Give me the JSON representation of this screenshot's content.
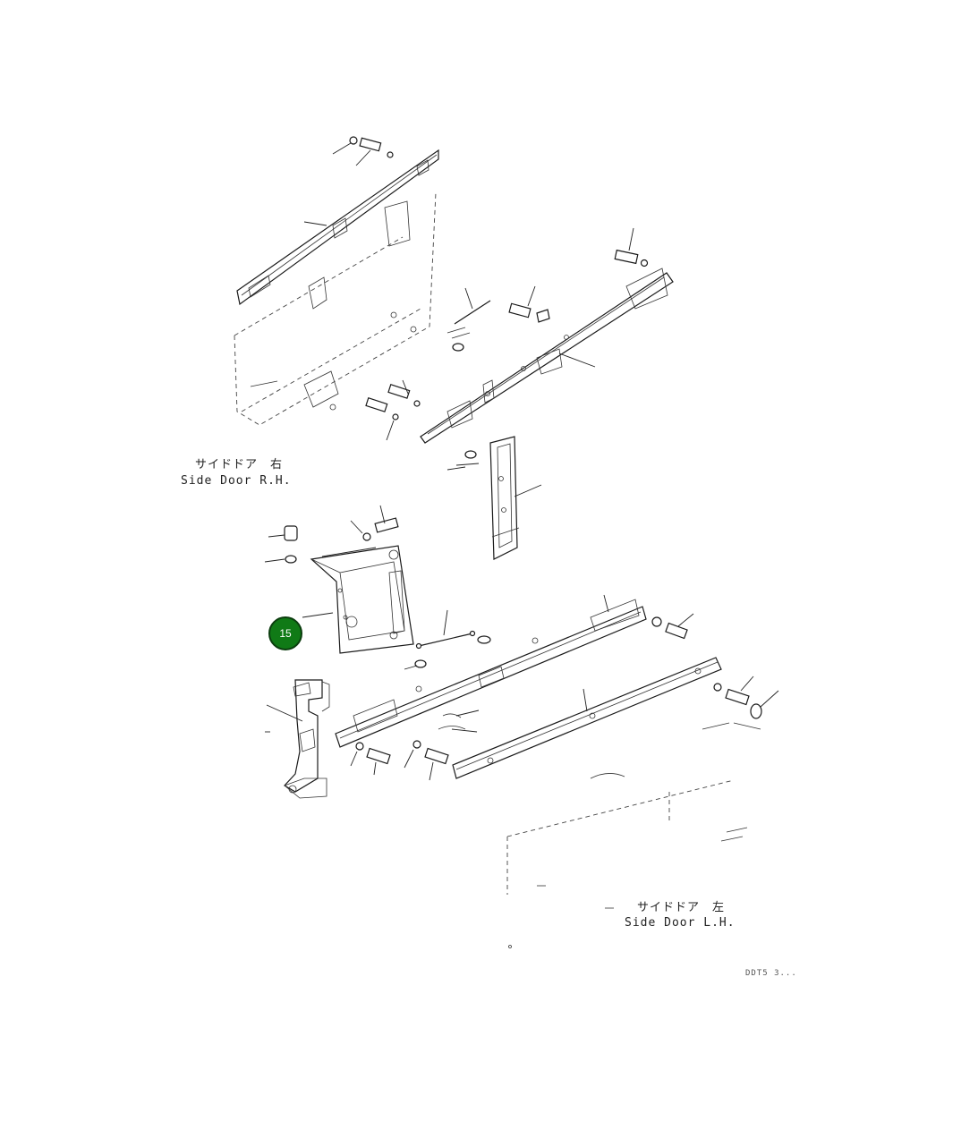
{
  "labels": {
    "side_door_rh_jp": "サイドドア　右",
    "side_door_rh": "Side Door R.H.",
    "side_door_lh_jp": "サイドドア　左",
    "side_door_lh": "Side Door L.H.",
    "drawing_code": "DDT5 3..."
  },
  "callouts": [
    {
      "id": "15",
      "label": "15"
    }
  ],
  "colors": {
    "callout_fill": "#107a16",
    "callout_text": "#ffffff",
    "line": "#1a1a1a"
  }
}
